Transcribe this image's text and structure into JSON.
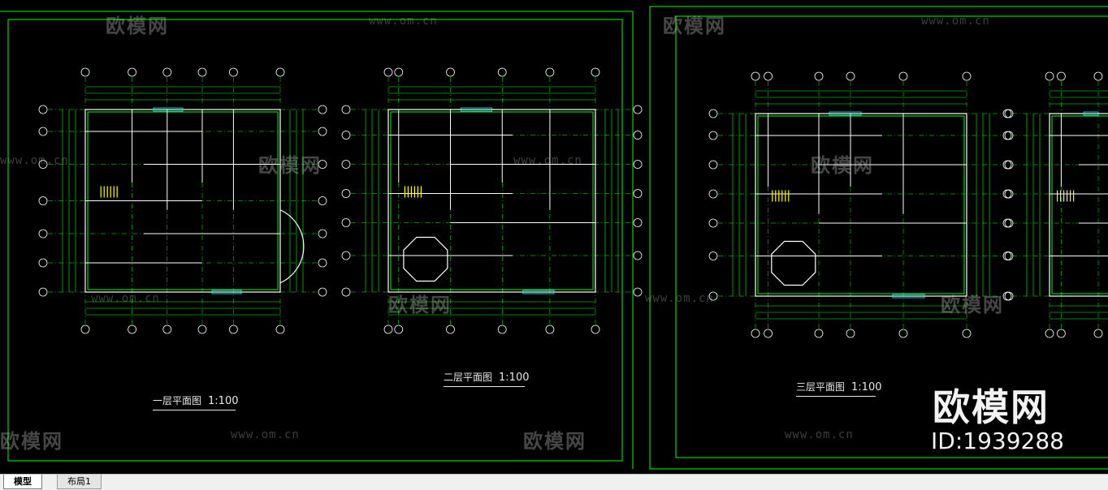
{
  "tabs": [
    {
      "label": "模型",
      "active": true
    },
    {
      "label": "布局1",
      "active": false
    }
  ],
  "plans": [
    {
      "title": "一层平面图",
      "scale": "1:100"
    },
    {
      "title": "二层平面图",
      "scale": "1:100"
    },
    {
      "title": "三层平面图",
      "scale": "1:100"
    }
  ],
  "watermark": {
    "brand": "欧模网",
    "url": "www.om.cn",
    "id_text": "ID:1939288"
  },
  "colors": {
    "background": "#000000",
    "frame": "#00ff00",
    "walls": "#ffffff",
    "wall_fill": "#00ff00",
    "dimension": "#00ff00",
    "axis_bubble": "#ffffff",
    "stair": "#ffff00",
    "window": "#00ffff",
    "dash": "#00ff00"
  }
}
